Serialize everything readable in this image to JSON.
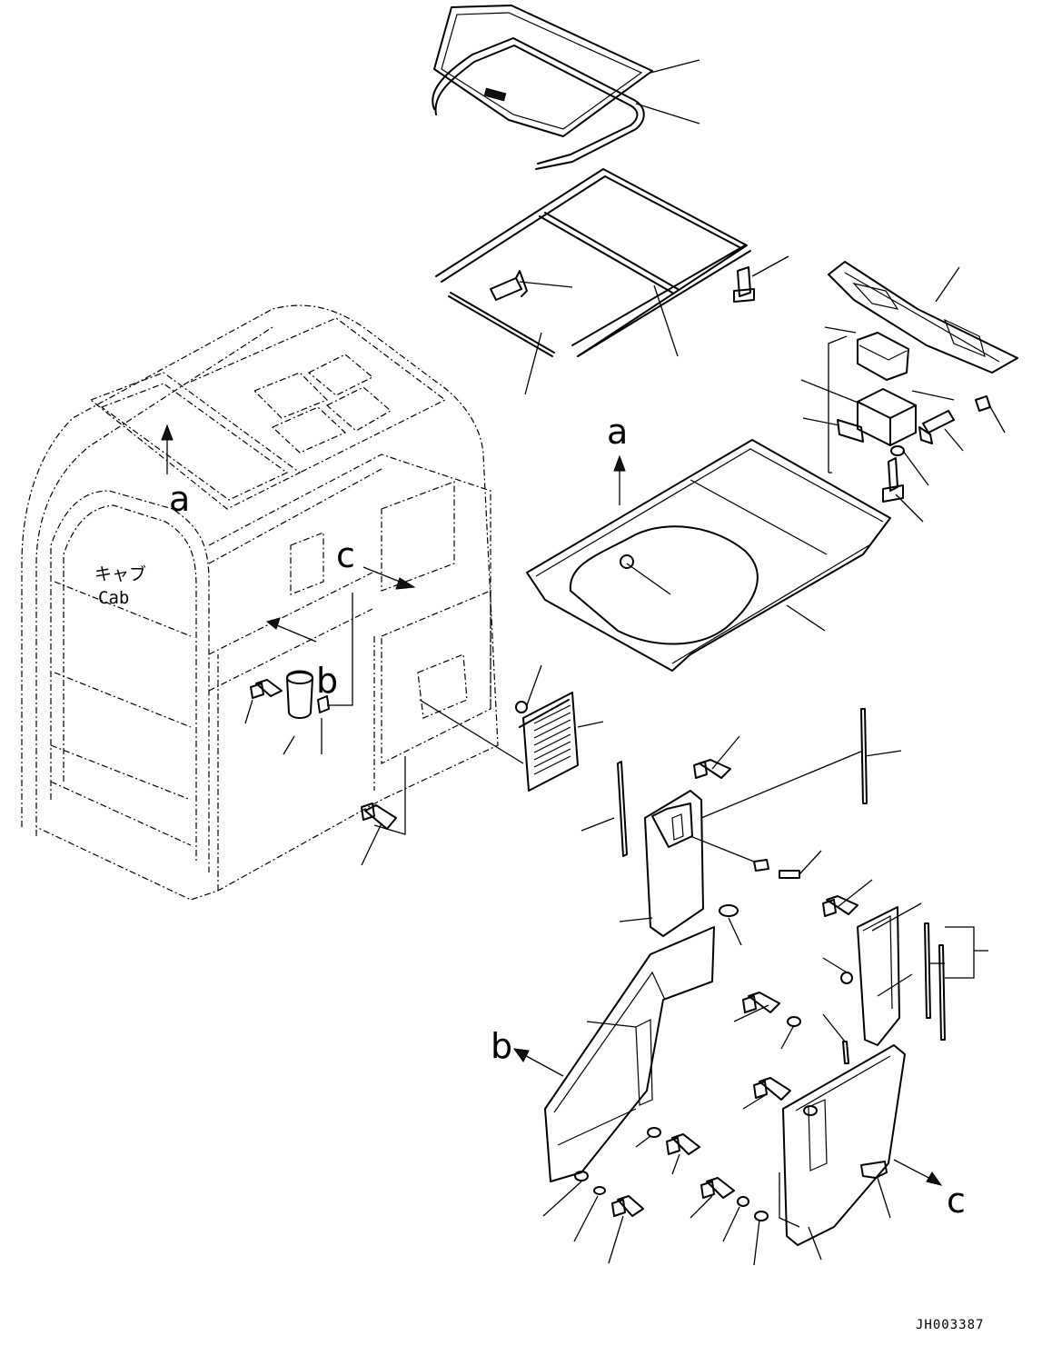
{
  "labels": {
    "cab_jp": "キャブ",
    "cab_en": "Cab",
    "view_a": "a",
    "view_b": "b",
    "view_c": "c",
    "drawing_no": "JH003387"
  }
}
